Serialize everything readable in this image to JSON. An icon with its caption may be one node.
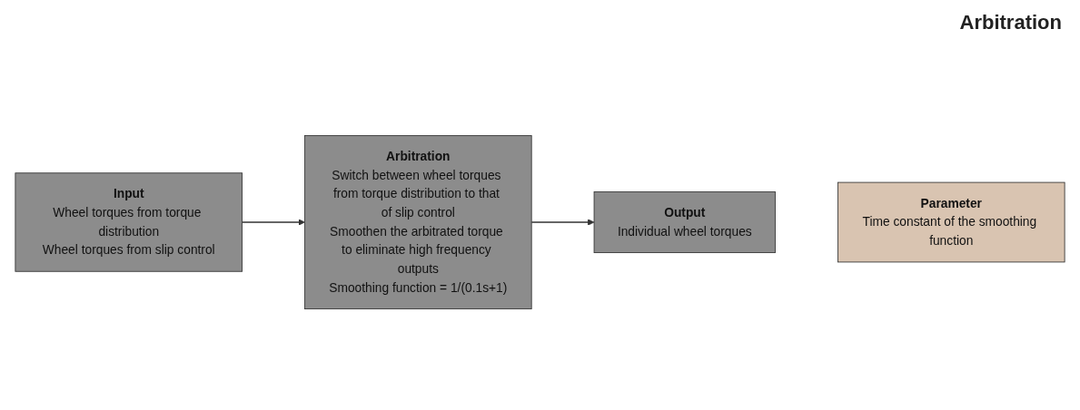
{
  "diagram": {
    "title": "Arbitration",
    "nodes": [
      {
        "text": [
          "Input",
          "Wheel torques from torque distribution",
          "Wheel torques from slip control"
        ]
      },
      {
        "text": [
          "Arbitration",
          "Switch between wheel torques from torque distribution to that of slip control",
          "Smoothen the arbitrated torque to eliminate high frequency outputs",
          "Smoothing function = 1/(0.1s+1)"
        ]
      },
      {
        "text": [
          "Output",
          "Individual wheel torques"
        ]
      },
      {
        "text": [
          "Parameter",
          "Time constant of the smoothing function"
        ]
      }
    ],
    "edges": [
      {
        "from": 0,
        "to": 1,
        "arrow": "to"
      },
      {
        "from": 1,
        "to": 2,
        "arrow": "to"
      }
    ]
  }
}
